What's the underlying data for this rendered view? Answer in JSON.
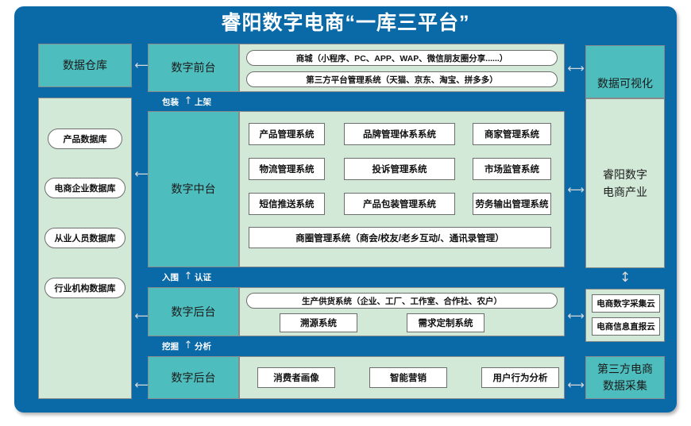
{
  "title": "睿阳数字电商“一库三平台”",
  "colors": {
    "frame_blue": "#0A6AA8",
    "teal": "#4DBDBD",
    "light_green": "#D3E9D7",
    "white": "#FFFFFF",
    "title_text": "#FFFFFF"
  },
  "left_column": {
    "warehouse_label": "数据仓库",
    "databases": [
      {
        "label": "产品数据库"
      },
      {
        "label": "电商企业数据库"
      },
      {
        "label": "从业人员数据库"
      },
      {
        "label": "行业机构数据库"
      }
    ]
  },
  "rows": {
    "front": {
      "stage_label": "数字前台",
      "items": [
        {
          "label": "商城（小程序、PC、APP、WAP、微信朋友圈分享......）"
        },
        {
          "label": "第三方平台管理系统（天猫、京东、淘宝、拼多多）"
        }
      ]
    },
    "middle": {
      "stage_label": "数字中台",
      "grid": [
        {
          "label": "产品管理系统"
        },
        {
          "label": "品牌管理体系系统"
        },
        {
          "label": "商家管理系统"
        },
        {
          "label": "物流管理系统"
        },
        {
          "label": "投诉管理系统"
        },
        {
          "label": "市场监管系统"
        },
        {
          "label": "短信推送系统"
        },
        {
          "label": "产品包装管理系统"
        },
        {
          "label": "劳务输出管理系统"
        }
      ],
      "wide": {
        "label": "商圈管理系统（商会/校友/老乡互动/、通讯录管理）"
      }
    },
    "back_supply": {
      "stage_label": "数字后台",
      "wide": {
        "label": "生产供货系统（企业、工厂、工作室、合作社、农户）"
      },
      "items": [
        {
          "label": "溯源系统"
        },
        {
          "label": "需求定制系统"
        }
      ]
    },
    "back_analytics": {
      "stage_label": "数字后台",
      "items": [
        {
          "label": "消费者画像"
        },
        {
          "label": "智能营销"
        },
        {
          "label": "用户行为分析"
        }
      ]
    }
  },
  "connector_labels": [
    {
      "left": "包装",
      "right": "上架"
    },
    {
      "left": "入围",
      "right": "认证"
    },
    {
      "left": "挖掘",
      "right": "分析"
    }
  ],
  "right_column": {
    "visualization_label": "数据可视化",
    "industry_label": "睿阳数字\n电商产业",
    "industry_line1": "睿阳数字",
    "industry_line2": "电商产业",
    "clouds": [
      {
        "label": "电商数字采集云"
      },
      {
        "label": "电商信息直报云"
      }
    ],
    "third_party_line1": "第三方电商",
    "third_party_line2": "数据采集"
  },
  "arrows": {
    "horizontal_glyph": "⟷",
    "vertical_glyph": "↕",
    "up_glyph": "↑"
  }
}
